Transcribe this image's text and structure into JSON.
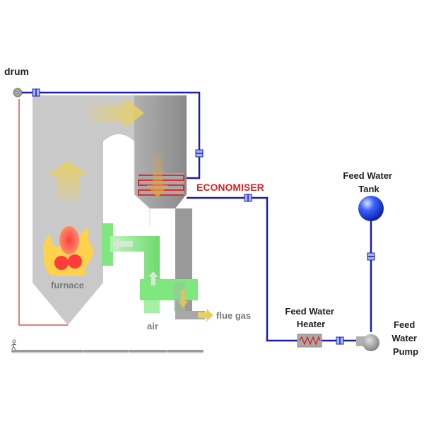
{
  "labels": {
    "drum": "drum",
    "furnace": "furnace",
    "economiser": "ECONOMISER",
    "air": "air",
    "flue_gas": "flue gas",
    "feed_water_heater": [
      "Feed Water",
      "Heater"
    ],
    "feed_water_tank": [
      "Feed Water",
      "Tank"
    ],
    "feed_water_pump": [
      "Feed",
      "Water",
      "Pump"
    ]
  },
  "colors": {
    "boiler": "#c9c9c9",
    "boiler_dark": "#9c9c9c",
    "pipe": "#1c1cb4",
    "economiser": "#dd2222",
    "air_duct": "#7ee87e",
    "flame": "#ffd24d",
    "gas_arrow": "#e8d060",
    "label_dark": "#222222",
    "label_grey": "#7a7a7a"
  }
}
